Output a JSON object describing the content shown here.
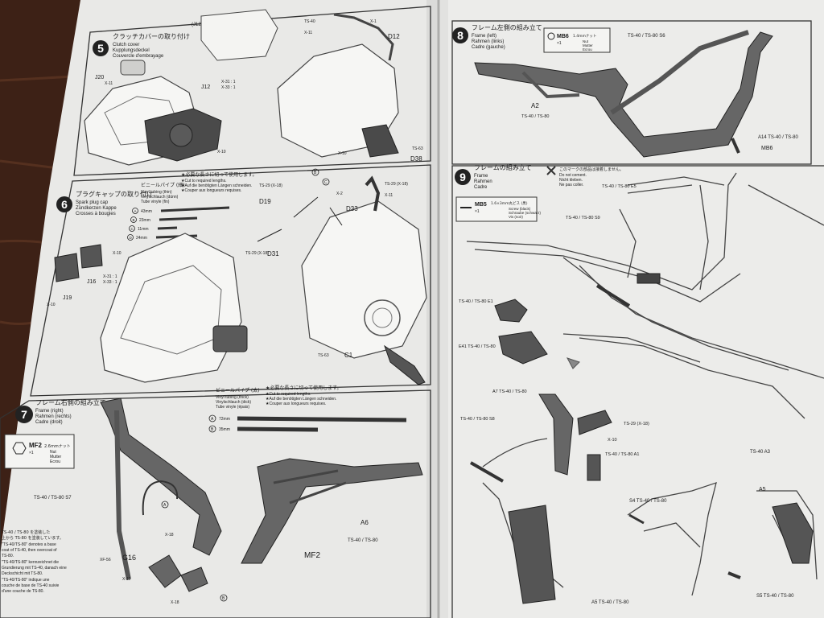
{
  "steps": {
    "s5": {
      "num": "5",
      "title_jp": "クラッチカバーの取り付け",
      "lines": [
        "Clutch cover",
        "Kupplungsdeckel",
        "Couvercle d'embrayage"
      ],
      "parts": {
        "j12_top": "(J12)",
        "j20": "J20",
        "x11a": "X-11",
        "x11b": "X-11",
        "j12": "J12",
        "x31": "X-31 : 1",
        "x33": "X-33 : 1",
        "x10a": "X-10",
        "ts40": "TS-40",
        "x11c": "X-11",
        "d12": "D12",
        "x10b": "X-10",
        "x1": "X-1",
        "d38": "D38",
        "ts63": "TS-63"
      }
    },
    "s6": {
      "num": "6",
      "title_jp": "プラグキャップの取り付け",
      "lines": [
        "Spark plug cap",
        "Zündkerzen Kappe",
        "Crosses à bougies"
      ],
      "vinyl_jp": "ビニールパイプ (細)",
      "vinyl_lines": [
        "Vinyl tubing (thin)",
        "Vinylschlauch (dünn)",
        "Tube vinyle (fin)"
      ],
      "cut_lines": [
        "★必要な長さに切って使用します。",
        "★Cut to required lengths.",
        "★Auf die benötigten Längen schneiden.",
        "★Couper aux longueurs requises."
      ],
      "tubes": [
        {
          "id": "A",
          "len": "43mm"
        },
        {
          "id": "B",
          "len": "23mm"
        },
        {
          "id": "C",
          "len": "11mm"
        },
        {
          "id": "D",
          "len": "24mm"
        }
      ],
      "parts": {
        "x10": "X-10",
        "j16": "J16",
        "x31": "X-31 : 1",
        "x33": "X-33 : 1",
        "j19": "J19",
        "x10b": "X-10",
        "ts29a": "TS-29 (X-18)",
        "d19": "D19",
        "b": "B",
        "c": "C",
        "d33": "D33",
        "x2": "X-2",
        "x11": "X-11",
        "ts29b": "TS-29 (X-18)",
        "ts29c": "TS-29 (X-18)",
        "d31": "D31",
        "ts63": "TS-63",
        "c1": "C1"
      }
    },
    "s7": {
      "num": "7",
      "title_jp": "フレーム右側の組み立て",
      "lines": [
        "Frame (right)",
        "Rahmen (rechts)",
        "Cadre (droit)"
      ],
      "vinyl_jp": "ビニールパイプ (太)",
      "vinyl_lines": [
        "Vinyl tubing (thick)",
        "Vinylschlauch (dick)",
        "Tube vinyle (épais)"
      ],
      "cut_lines": [
        "★必要な長さに切って使用します。",
        "★Cut to required lengths.",
        "★Auf die benötigten Längen schneiden.",
        "★Couper aux longueurs requises."
      ],
      "tubes": [
        {
          "id": "A",
          "len": "72mm"
        },
        {
          "id": "B",
          "len": "35mm"
        }
      ],
      "nut": {
        "code": "MF2",
        "count": "×1",
        "size": "2.6mmナット",
        "lines": [
          "Nut",
          "Mutter",
          "Ecrou"
        ]
      },
      "parts": {
        "s7": "TS-40 / TS-80 S7",
        "a6": "A6",
        "a6ts": "TS-40 / TS-80",
        "mf2": "MF2",
        "x18a": "X-18",
        "g16": "G16",
        "xf56": "XF-56",
        "x11": "X-11",
        "x18b": "X-18",
        "a": "A",
        "b": "B"
      },
      "note_lines": [
        "TS-40 / TS-80 を塗装した",
        "上から TS-80 を塗装しています。",
        "\"TS-40/TS-80\" denotes a base",
        "coat of TS-40, then overcoat of",
        "TS-80.",
        "\"TS-40/TS-80\" kennzeichnet die",
        "Grundierung mit TS-40, danach eine",
        "Deckschicht mit TS-80.",
        "\"TS-40/TS-80\" indique une",
        "couche de base de TS-40 suivie",
        "d'une couche de TS-80."
      ]
    },
    "s8": {
      "num": "8",
      "title_jp": "フレーム左側の組み立て",
      "lines": [
        "Frame (left)",
        "Rahmen (links)",
        "Cadre (gauche)"
      ],
      "bolt": {
        "code": "MB6",
        "count": "×1",
        "size": "1.4mmナット",
        "lines": [
          "Nut",
          "Mutter",
          "Ecrou"
        ]
      },
      "parts": {
        "s6": "TS-40 / TS-80 S6",
        "a2": "A2",
        "a2ts": "TS-40 / TS-80",
        "a14": "A14 TS-40 / TS-80",
        "mb6": "MB6"
      }
    },
    "s9": {
      "num": "9",
      "title_jp": "フレームの組み立て",
      "lines": [
        "Frame",
        "Rahmen",
        "Cadre"
      ],
      "warn_lines": [
        "このマークの部品は接着しません。",
        "Do not cement.",
        "Nicht kleben.",
        "Ne pas coller."
      ],
      "screw": {
        "code": "MB5",
        "count": "×1",
        "size": "1.6×3mm丸ビス (黒)",
        "lines": [
          "Screw (black)",
          "Schraube (schwarz)",
          "Vis (noir)"
        ]
      },
      "parts": {
        "e5": "TS-40 / TS-80 E5",
        "s9": "TS-40 / TS-80 S9",
        "e1": "TS-40 / TS-80 E1",
        "e41": "E41 TS-40 / TS-80",
        "a7": "A7 TS-40 / TS-80",
        "ts29": "TS-29 (X-18)",
        "x10": "X-10",
        "s8": "TS-40 / TS-80 S8",
        "a1": "TS-40 / TS-80 A1",
        "a3": "TS-40 A3",
        "s4": "S4 TS-40 / TS-80",
        "a5top": "A5",
        "a5": "A5 TS-40 / TS-80",
        "s5": "S5 TS-40 / TS-80"
      }
    }
  }
}
